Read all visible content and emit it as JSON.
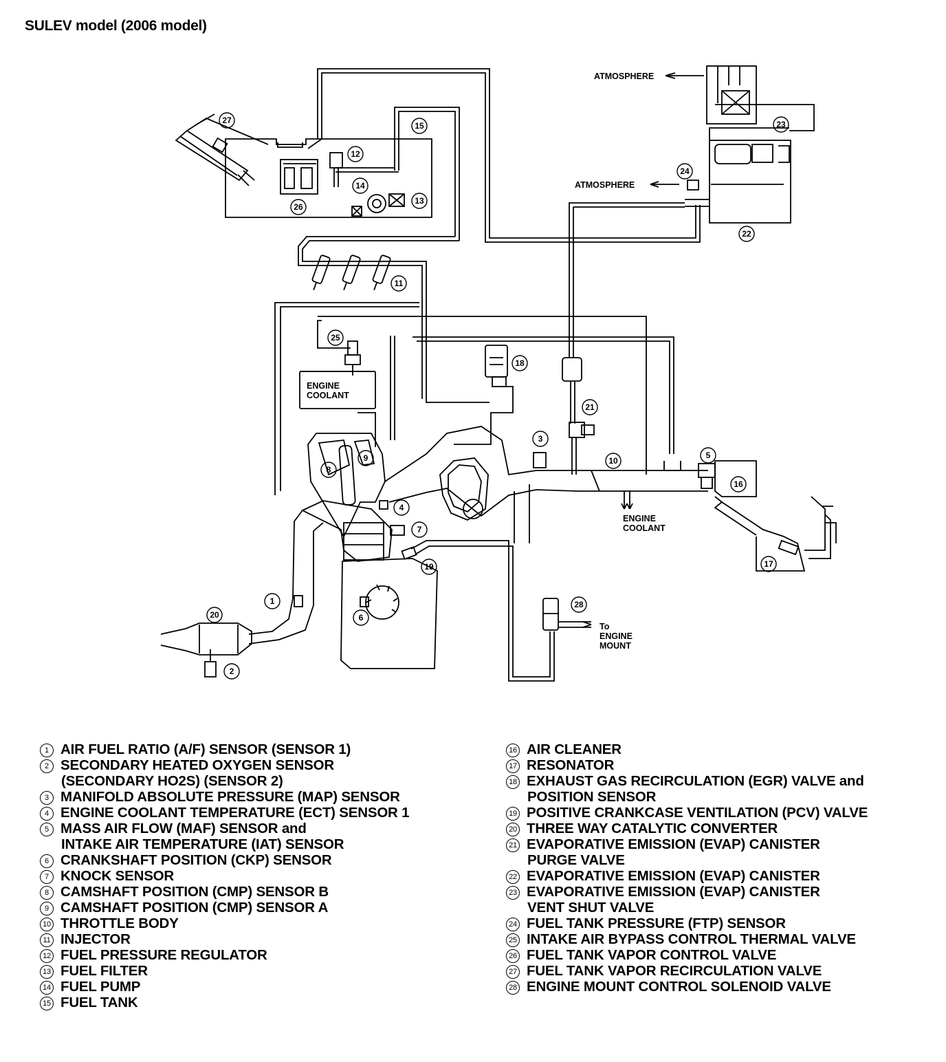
{
  "title": "SULEV model (2006 model)",
  "labels": {
    "atmosphere_top": "ATMOSPHERE",
    "atmosphere_mid": "ATMOSPHERE",
    "engine_coolant_box_1": "ENGINE",
    "engine_coolant_box_2": "COOLANT",
    "engine_coolant_right_1": "ENGINE",
    "engine_coolant_right_2": "COOLANT",
    "to_engine_mount_1": "To",
    "to_engine_mount_2": "ENGINE",
    "to_engine_mount_3": "MOUNT"
  },
  "callouts": [
    "1",
    "2",
    "3",
    "4",
    "5",
    "6",
    "7",
    "8",
    "9",
    "10",
    "11",
    "12",
    "13",
    "14",
    "15",
    "16",
    "17",
    "18",
    "19",
    "20",
    "21",
    "22",
    "23",
    "24",
    "25",
    "26",
    "27",
    "28"
  ],
  "legend_left": [
    {
      "num": "1",
      "lines": [
        "AIR FUEL RATIO (A/F) SENSOR (SENSOR 1)"
      ]
    },
    {
      "num": "2",
      "lines": [
        "SECONDARY HEATED OXYGEN SENSOR",
        "(SECONDARY HO2S) (SENSOR 2)"
      ]
    },
    {
      "num": "3",
      "lines": [
        "MANIFOLD ABSOLUTE PRESSURE (MAP) SENSOR"
      ]
    },
    {
      "num": "4",
      "lines": [
        "ENGINE COOLANT TEMPERATURE (ECT) SENSOR 1"
      ]
    },
    {
      "num": "5",
      "lines": [
        "MASS AIR FLOW (MAF) SENSOR and",
        "INTAKE AIR TEMPERATURE (IAT) SENSOR"
      ]
    },
    {
      "num": "6",
      "lines": [
        "CRANKSHAFT POSITION (CKP) SENSOR"
      ]
    },
    {
      "num": "7",
      "lines": [
        "KNOCK SENSOR"
      ]
    },
    {
      "num": "8",
      "lines": [
        "CAMSHAFT POSITION (CMP) SENSOR B"
      ]
    },
    {
      "num": "9",
      "lines": [
        "CAMSHAFT POSITION (CMP) SENSOR A"
      ]
    },
    {
      "num": "10",
      "lines": [
        "THROTTLE BODY"
      ]
    },
    {
      "num": "11",
      "lines": [
        "INJECTOR"
      ]
    },
    {
      "num": "12",
      "lines": [
        "FUEL PRESSURE REGULATOR"
      ]
    },
    {
      "num": "13",
      "lines": [
        "FUEL FILTER"
      ]
    },
    {
      "num": "14",
      "lines": [
        "FUEL PUMP"
      ]
    },
    {
      "num": "15",
      "lines": [
        "FUEL TANK"
      ]
    }
  ],
  "legend_right": [
    {
      "num": "16",
      "lines": [
        "AIR CLEANER"
      ]
    },
    {
      "num": "17",
      "lines": [
        "RESONATOR"
      ]
    },
    {
      "num": "18",
      "lines": [
        "EXHAUST GAS RECIRCULATION (EGR) VALVE and",
        "POSITION SENSOR"
      ]
    },
    {
      "num": "19",
      "lines": [
        "POSITIVE CRANKCASE VENTILATION (PCV) VALVE"
      ]
    },
    {
      "num": "20",
      "lines": [
        "THREE WAY CATALYTIC CONVERTER"
      ]
    },
    {
      "num": "21",
      "lines": [
        "EVAPORATIVE EMISSION (EVAP) CANISTER",
        "PURGE VALVE"
      ]
    },
    {
      "num": "22",
      "lines": [
        "EVAPORATIVE EMISSION (EVAP) CANISTER"
      ]
    },
    {
      "num": "23",
      "lines": [
        "EVAPORATIVE EMISSION (EVAP) CANISTER",
        "VENT SHUT VALVE"
      ]
    },
    {
      "num": "24",
      "lines": [
        "FUEL TANK PRESSURE (FTP) SENSOR"
      ]
    },
    {
      "num": "25",
      "lines": [
        "INTAKE AIR BYPASS CONTROL THERMAL VALVE"
      ]
    },
    {
      "num": "26",
      "lines": [
        "FUEL TANK VAPOR CONTROL VALVE"
      ]
    },
    {
      "num": "27",
      "lines": [
        "FUEL TANK VAPOR RECIRCULATION VALVE"
      ]
    },
    {
      "num": "28",
      "lines": [
        "ENGINE MOUNT CONTROL SOLENOID VALVE"
      ]
    }
  ]
}
